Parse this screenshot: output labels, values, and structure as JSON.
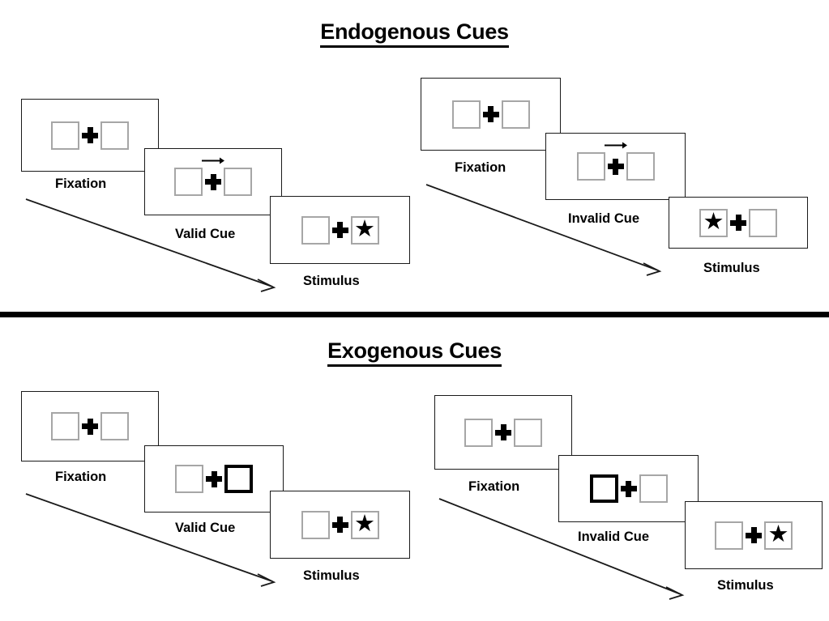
{
  "sections": [
    {
      "id": "endogenous",
      "title": "Endogenous Cues",
      "cue_type": "arrow",
      "conditions": [
        {
          "id": "endogenous-valid",
          "panels": [
            {
              "caption": "Fixation",
              "cue": "none",
              "left_box": "empty",
              "right_box": "empty"
            },
            {
              "caption": "Valid Cue",
              "cue": "arrow-right",
              "left_box": "empty",
              "right_box": "empty"
            },
            {
              "caption": "Stimulus",
              "cue": "none",
              "left_box": "empty",
              "right_box": "star"
            }
          ]
        },
        {
          "id": "endogenous-invalid",
          "panels": [
            {
              "caption": "Fixation",
              "cue": "none",
              "left_box": "empty",
              "right_box": "empty"
            },
            {
              "caption": "Invalid Cue",
              "cue": "arrow-right",
              "left_box": "empty",
              "right_box": "empty"
            },
            {
              "caption": "Stimulus",
              "cue": "none",
              "left_box": "star",
              "right_box": "empty"
            }
          ]
        }
      ]
    },
    {
      "id": "exogenous",
      "title": "Exogenous Cues",
      "cue_type": "box-flash",
      "conditions": [
        {
          "id": "exogenous-valid",
          "panels": [
            {
              "caption": "Fixation",
              "cue": "none",
              "left_box": "empty",
              "right_box": "empty"
            },
            {
              "caption": "Valid Cue",
              "cue": "none",
              "left_box": "empty",
              "right_box": "cued"
            },
            {
              "caption": "Stimulus",
              "cue": "none",
              "left_box": "empty",
              "right_box": "star"
            }
          ]
        },
        {
          "id": "exogenous-invalid",
          "panels": [
            {
              "caption": "Fixation",
              "cue": "none",
              "left_box": "empty",
              "right_box": "empty"
            },
            {
              "caption": "Invalid Cue",
              "cue": "none",
              "left_box": "cued",
              "right_box": "empty"
            },
            {
              "caption": "Stimulus",
              "cue": "none",
              "left_box": "empty",
              "right_box": "star"
            }
          ]
        }
      ]
    }
  ],
  "glyphs": {
    "star": "★",
    "fixation_cross": "plus-cross",
    "cue_arrow": "arrow-right-icon",
    "time_arrow": "diagonal-arrow-icon"
  },
  "colors": {
    "box_border": "#a6a6a6",
    "cued_box_border": "#000000",
    "frame_border": "#1a1a1a",
    "text": "#000000",
    "divider": "#000000",
    "background": "#ffffff"
  },
  "time_arrows": [
    {
      "id": "time-arrow-endogenous-valid"
    },
    {
      "id": "time-arrow-endogenous-invalid"
    },
    {
      "id": "time-arrow-exogenous-valid"
    },
    {
      "id": "time-arrow-exogenous-invalid"
    }
  ]
}
